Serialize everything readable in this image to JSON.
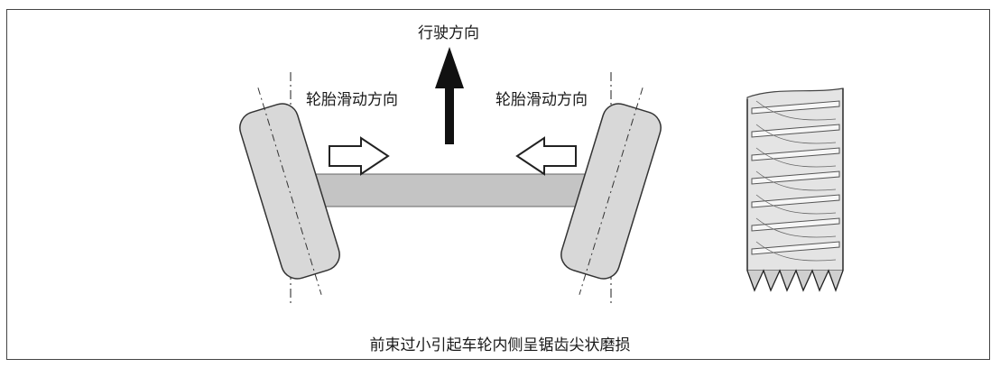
{
  "diagram": {
    "direction_label": "行驶方向",
    "left_slip_label": "轮胎滑动方向",
    "right_slip_label": "轮胎滑动方向",
    "caption": "前束过小引起车轮内侧呈锯齿尖状磨损"
  },
  "colors": {
    "tire_fill": "#d8d8d8",
    "axle_fill": "#c4c4c4",
    "outline": "#333333",
    "arrow_fill": "#111111"
  }
}
